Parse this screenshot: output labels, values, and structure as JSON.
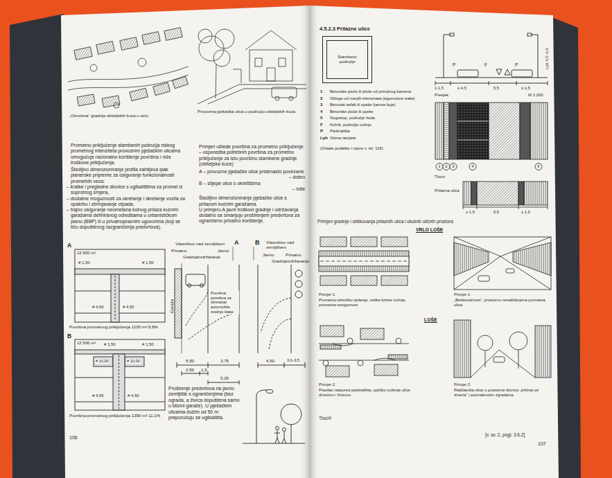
{
  "diagram": {
    "nodes": [
      {
        "text": [
          "Stambeno područje"
        ]
      }
    ],
    "labels": [
      "„Otvorena“ gradnja obiteljskih kuća u selu",
      "Provozna pješačka ulica u području obiteljskih kuća",
      "Prometno priključenje stambenih područja niskog prometnog intenziteta provoznim pješačkim ulicama omogućuje racionalno korištenje površina i niže troškove priključenja.",
      "Štedljivo dimenzioniranje profila zahtijeva ipak planerske pripreme za osiguranje funkcionalnosti prometnih veza:",
      "– kratke i pregledne dionice s ugibalištima za promet iz suprotnog smjera,",
      "– dostatne mogućnosti za okretanje i skretanje vozila za opskrbu i zbrinjavanje otpada,",
      "– trajno osiguranje neometana kolnog prilaza kućnim garažama definiranog odredbama u urbanističkom planu (BBP) ili u privatnopravnim ugovorima (koji se tiču dopuštenog razgraničenja predvrtova).",
      "Primjeri uštede površina za prometno priključenje – usporedba potrebnih površina za prometno priključenje za istu površinu stambene gradnje (obiteljske kuće)",
      "A – provozne pješačke ulice prstenasto povezane",
      "– dobro",
      "B – slijepe ulice s okretištima",
      "– loše",
      "Štedljivo dimenzioniranje pješačke ulice s prilazom kućnim garažama.",
      "U primjeru A javni troškovi gradnje i održavanja dodatno se smanjuju proširenjem predvrtova za ograničeno privatno korištenje.",
      "A",
      "12 500 m²",
      "# 1,50",
      "# 1,50",
      "# 4,50",
      "# 4,50",
      "Površina prometnog priključenja 1100 m² 8,8%",
      "B",
      "12 500 m²",
      "# 1,50",
      "# 1,50",
      "# 10,00",
      "# 10,00",
      "# 4,50",
      "# 4,50",
      "Površina prometnog priključenja 1390 m² 11,1%",
      "Vlasništvo nad zemljištem",
      "A",
      "B",
      "Vlasništvo nad zemljištem",
      "Privatno",
      "Javno",
      "Gradnja/održavanje",
      "Javno",
      "Privatno",
      "Gradnja/održavanje",
      "Garaža",
      "Površina potrebna za okretanje automobila srednje klase",
      "5,50",
      "3,75",
      "2,50",
      "1,5",
      "5,25",
      "4,50",
      "3,0–3,5",
      "Proširenje predvrtova na javno zemljište s ograničenjima (bez ograda, a živica dopuštena samo u blizini garaže). U pješačkim ulicama dužim od 50 m preporučuju se ugibališta.",
      "106",
      "4.5.2.3 Prilazne ulice",
      "1",
      "Betonske ploče ili ploče od prirodnog kamena",
      "2",
      "Obloge od manjih elemenata (sigurnosne trake)",
      "3",
      "Betonski asfalt ili opeke (tamne boje)",
      "4",
      "Betonske ploče ili opeke",
      "5",
      "Nogostup, područje hoda",
      "F",
      "Kolnik, područje vožnje",
      "P",
      "Parkirališta",
      "Lph",
      "Visina rasvjete",
      "(Ostale podatke i mjere v. str. 116)",
      "P",
      "F",
      "P",
      "≥ 1,5",
      "≥ 4,5",
      "5,5",
      "≥ 1,5",
      "Lph 4,5–6,0",
      "Presjek",
      "M 1:200",
      "1",
      "2",
      "3",
      "4",
      "5",
      "Tlocrt",
      "Prilazna ulica",
      "≥ 1,5",
      "5,5",
      "≥ 1,5",
      "Primjeri gradnje i oblikovanja prilaznih ulica i okolnih uličnih prostora",
      "VRLO LOŠE",
      "Primjer 1",
      "Prometno-tehničko rješenje, velike brzine vožnje, prometna nesigurnost",
      "Primjer 1",
      "„Beskonačnost“, prostorno neraščlanjena prometna ulica",
      "LOŠE",
      "Primjer 2",
      "Pravilan raspored parkirališta, optičko suženje ulice drvećem i živicom",
      "Primjer 2",
      "Raščlamba ulice u prostorne dionice „krilima od drveća“ i posmaknutim zgradama",
      "Tlocrti",
      "[v. sv. 2, pogl. 3.6.2]",
      "107"
    ]
  }
}
